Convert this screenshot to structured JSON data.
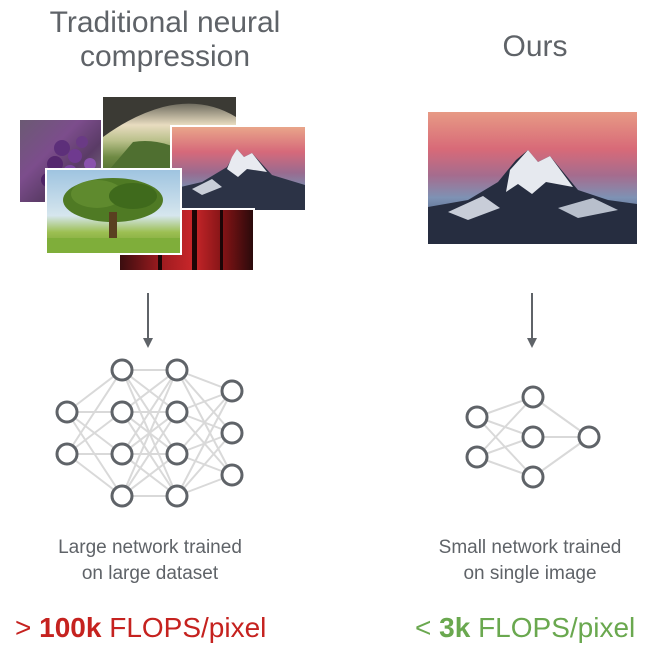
{
  "left": {
    "title_line1": "Traditional neural",
    "title_line2": "compression",
    "caption_line1": "Large network trained",
    "caption_line2": "on large dataset",
    "flops_prefix": "> ",
    "flops_value": "100k",
    "flops_suffix": " FLOPS/pixel",
    "flops_color": "#c5221f"
  },
  "right": {
    "title": "Ours",
    "caption_line1": "Small network trained",
    "caption_line2": "on single image",
    "flops_prefix": "< ",
    "flops_value": "3k",
    "flops_suffix": " FLOPS/pixel",
    "flops_color": "#6aa84f"
  },
  "images": [
    "flower-photo",
    "cave-landscape-photo",
    "mountain-sunset-photo",
    "tree-photo",
    "red-forest-photo"
  ],
  "networks": {
    "large_layers": [
      2,
      4,
      4,
      3
    ],
    "small_layers": [
      2,
      3,
      1
    ]
  }
}
